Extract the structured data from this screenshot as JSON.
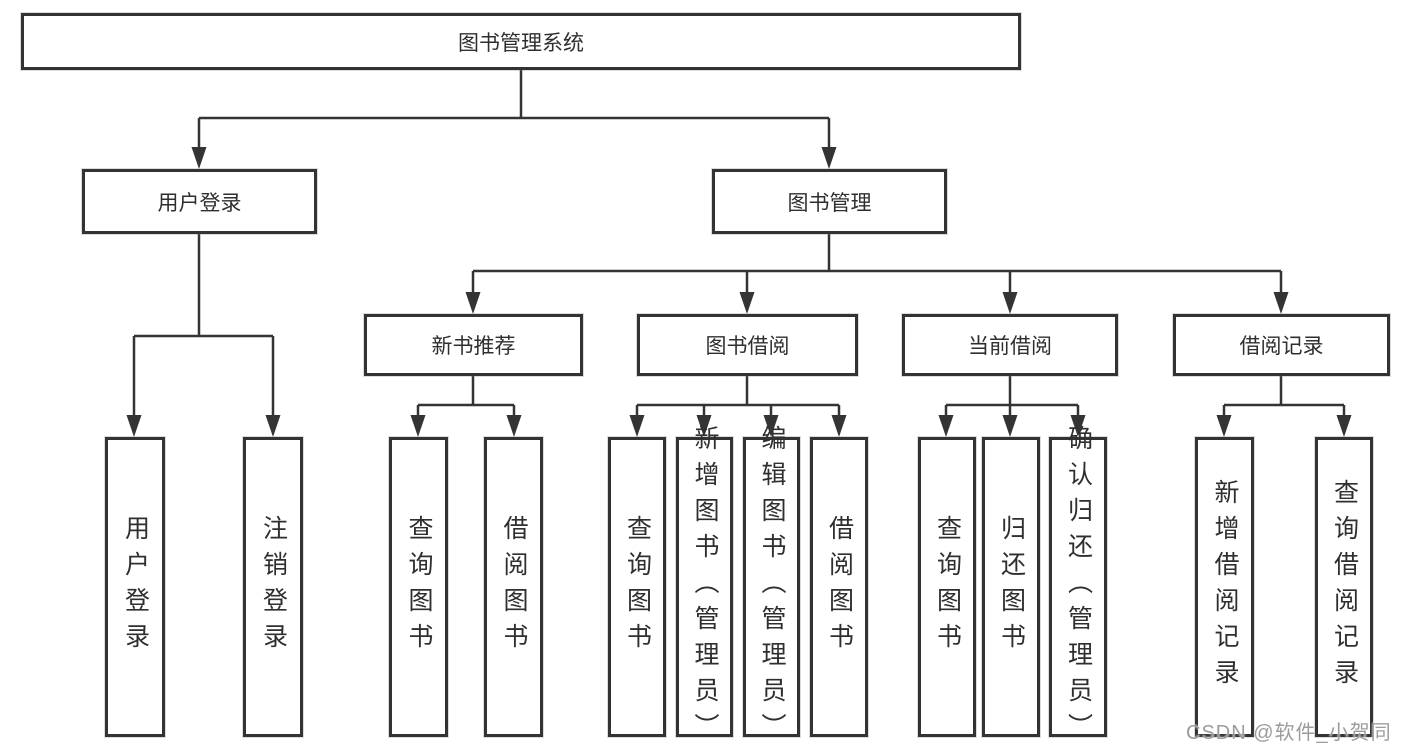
{
  "diagram": {
    "title": "图书管理系统",
    "root": {
      "label": "图书管理系统"
    },
    "level2": [
      {
        "id": "user-login",
        "label": "用户登录"
      },
      {
        "id": "book-management",
        "label": "图书管理"
      }
    ],
    "level3": [
      {
        "id": "new-book-recommend",
        "label": "新书推荐",
        "parent": "图书管理"
      },
      {
        "id": "book-borrow",
        "label": "图书借阅",
        "parent": "图书管理"
      },
      {
        "id": "current-borrow",
        "label": "当前借阅",
        "parent": "图书管理"
      },
      {
        "id": "borrow-records",
        "label": "借阅记录",
        "parent": "图书管理"
      }
    ],
    "leaves": [
      {
        "id": "user-login-action",
        "label": "用户登录",
        "parent": "用户登录"
      },
      {
        "id": "logout-action",
        "label": "注销登录",
        "parent": "用户登录"
      },
      {
        "id": "query-books-recommend",
        "label": "查询图书",
        "parent": "新书推荐"
      },
      {
        "id": "borrow-books-recommend",
        "label": "借阅图书",
        "parent": "新书推荐"
      },
      {
        "id": "query-books-borrow",
        "label": "查询图书",
        "parent": "图书借阅"
      },
      {
        "id": "add-books-admin",
        "label": "新增图书（管理员）",
        "parent": "图书借阅"
      },
      {
        "id": "edit-books-admin",
        "label": "编辑图书（管理员）",
        "parent": "图书借阅"
      },
      {
        "id": "borrow-books-borrow",
        "label": "借阅图书",
        "parent": "图书借阅"
      },
      {
        "id": "query-books-current",
        "label": "查询图书",
        "parent": "当前借阅"
      },
      {
        "id": "return-books",
        "label": "归还图书",
        "parent": "当前借阅"
      },
      {
        "id": "confirm-return-admin",
        "label": "确认归还（管理员）",
        "parent": "当前借阅"
      },
      {
        "id": "add-borrow-record",
        "label": "新增借阅记录",
        "parent": "借阅记录"
      },
      {
        "id": "query-borrow-record",
        "label": "查询借阅记录",
        "parent": "借阅记录"
      }
    ],
    "watermark": "CSDN @软件_小贺同学",
    "colors": {
      "line": "#343434",
      "box_border": "#333333",
      "box_fill": "#ffffff",
      "text": "#2f2f2f",
      "watermark": "#9c9c9c",
      "background": "#ffffff"
    }
  }
}
